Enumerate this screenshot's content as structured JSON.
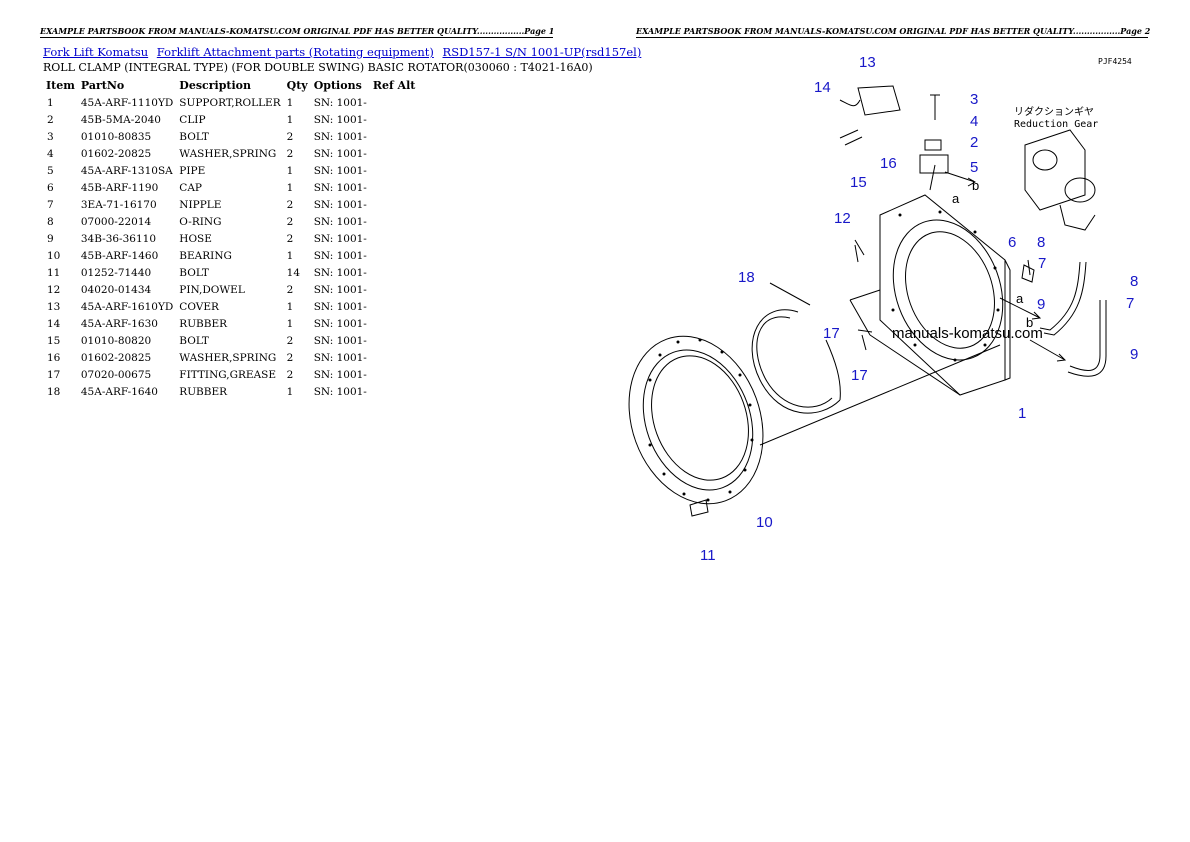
{
  "banner": {
    "left": "EXAMPLE PARTSBOOK FROM MANUALS-KOMATSU.COM ORIGINAL PDF HAS BETTER QUALITY.................Page 1",
    "right": "EXAMPLE PARTSBOOK FROM MANUALS-KOMATSU.COM ORIGINAL PDF HAS BETTER QUALITY.................Page 2"
  },
  "breadcrumb": {
    "link1": "Fork Lift Komatsu",
    "link2": "Forklift Attachment parts (Rotating equipment)",
    "link3": "RSD157-1 S/N 1001-UP(rsd157el)"
  },
  "subtitle": "ROLL CLAMP (INTEGRAL TYPE) (FOR DOUBLE SWING) BASIC ROTATOR(030060 : T4021-16A0)",
  "table": {
    "headers": {
      "item": "Item",
      "partno": "PartNo",
      "description": "Description",
      "qty": "Qty",
      "options": "Options",
      "refalt": "Ref Alt"
    },
    "rows": [
      [
        "1",
        "45A-ARF-1110YD",
        "SUPPORT,ROLLER",
        "1",
        "SN: 1001-"
      ],
      [
        "2",
        "45B-5MA-2040",
        "CLIP",
        "1",
        "SN: 1001-"
      ],
      [
        "3",
        "01010-80835",
        "BOLT",
        "2",
        "SN: 1001-"
      ],
      [
        "4",
        "01602-20825",
        "WASHER,SPRING",
        "2",
        "SN: 1001-"
      ],
      [
        "5",
        "45A-ARF-1310SA",
        "PIPE",
        "1",
        "SN: 1001-"
      ],
      [
        "6",
        "45B-ARF-1190",
        "CAP",
        "1",
        "SN: 1001-"
      ],
      [
        "7",
        "3EA-71-16170",
        "NIPPLE",
        "2",
        "SN: 1001-"
      ],
      [
        "8",
        "07000-22014",
        "O-RING",
        "2",
        "SN: 1001-"
      ],
      [
        "9",
        "34B-36-36110",
        "HOSE",
        "2",
        "SN: 1001-"
      ],
      [
        "10",
        "45B-ARF-1460",
        "BEARING",
        "1",
        "SN: 1001-"
      ],
      [
        "11",
        "01252-71440",
        "BOLT",
        "14",
        "SN: 1001-"
      ],
      [
        "12",
        "04020-01434",
        "PIN,DOWEL",
        "2",
        "SN: 1001-"
      ],
      [
        "13",
        "45A-ARF-1610YD",
        "COVER",
        "1",
        "SN: 1001-"
      ],
      [
        "14",
        "45A-ARF-1630",
        "RUBBER",
        "1",
        "SN: 1001-"
      ],
      [
        "15",
        "01010-80820",
        "BOLT",
        "2",
        "SN: 1001-"
      ],
      [
        "16",
        "01602-20825",
        "WASHER,SPRING",
        "2",
        "SN: 1001-"
      ],
      [
        "17",
        "07020-00675",
        "FITTING,GREASE",
        "2",
        "SN: 1001-"
      ],
      [
        "18",
        "45A-ARF-1640",
        "RUBBER",
        "1",
        "SN: 1001-"
      ]
    ]
  },
  "diagram": {
    "code": "PJF4254",
    "reduction_jp": "リダクションギヤ",
    "reduction_en": "Reduction Gear",
    "watermark": "manuals-komatsu.com",
    "letter_a": "a",
    "letter_b": "b",
    "callouts": [
      "1",
      "2",
      "3",
      "4",
      "5",
      "6",
      "7",
      "7",
      "8",
      "8",
      "9",
      "9",
      "10",
      "11",
      "12",
      "13",
      "14",
      "15",
      "16",
      "17",
      "17",
      "18"
    ],
    "colors": {
      "callout": "#1818c8",
      "link": "#0000cc"
    }
  }
}
